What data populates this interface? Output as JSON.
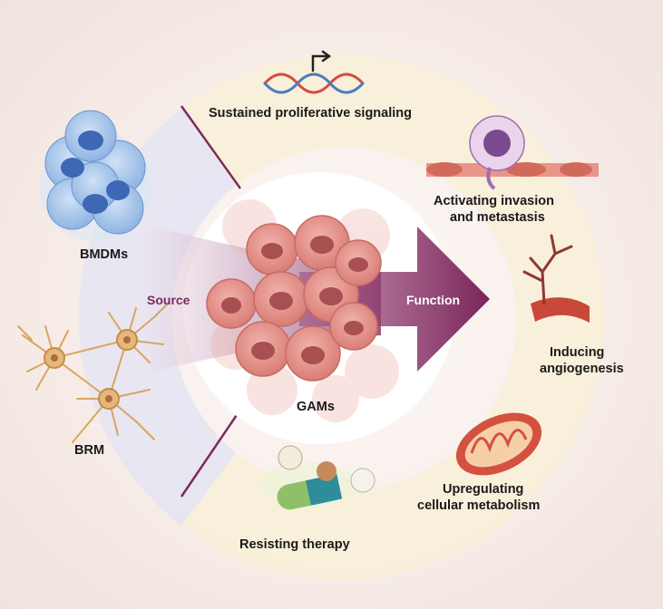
{
  "sources": {
    "bmdm": "BMDMs",
    "brm": "BRM"
  },
  "center": {
    "gams": "GAMs",
    "source": "Source",
    "function": "Function"
  },
  "hallmarks": {
    "proliferative": "Sustained proliferative signaling",
    "invasion_line1": "Activating invasion",
    "invasion_line2": "and metastasis",
    "angio_line1": "Inducing",
    "angio_line2": "angiogenesis",
    "metab_line1": "Upregulating",
    "metab_line2": "cellular metabolism",
    "therapy": "Resisting therapy"
  },
  "icons": [
    "dna-icon",
    "macrophage-cluster-icon",
    "microglia-icon",
    "invading-cell-icon",
    "blood-vessel-icon",
    "mitochondrion-icon",
    "pills-icon"
  ],
  "colors": {
    "accent": "#7c2a5e",
    "cell_pink": "#e38f88",
    "bmdm_blue": "#5a86c8",
    "brm_gold": "#d9a55e",
    "ring_cream": "#f7efd8",
    "left_arc": "#e6e4f2"
  }
}
